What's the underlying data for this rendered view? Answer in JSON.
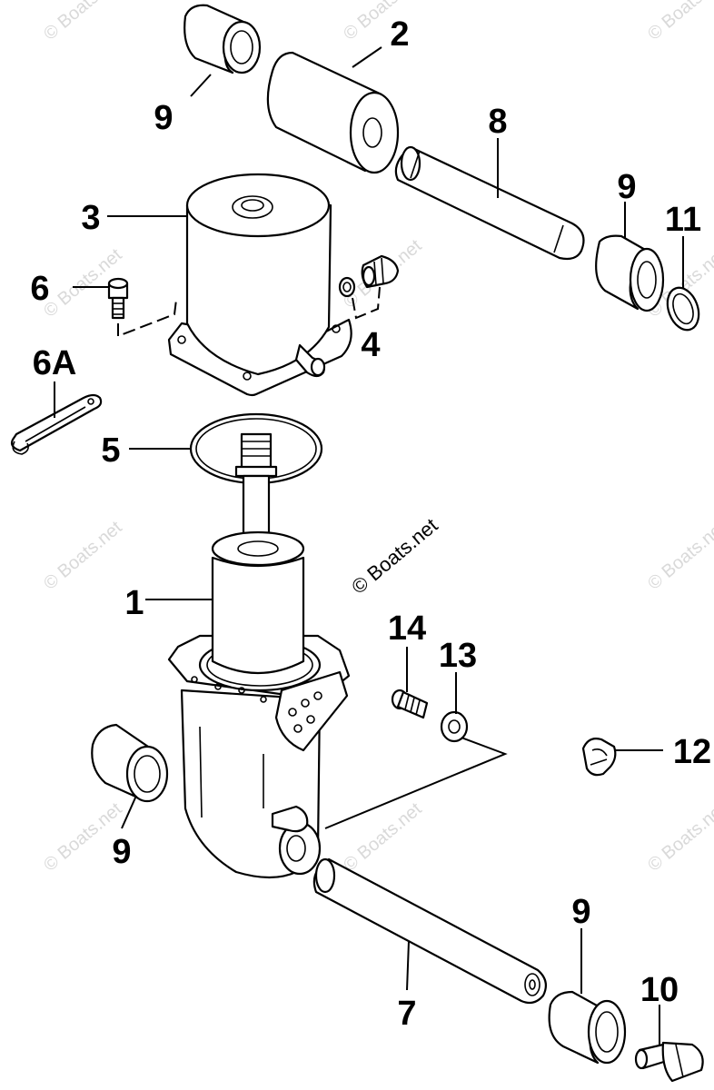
{
  "watermark": "© Boats.net",
  "callouts": [
    {
      "id": "c1",
      "text": "1"
    },
    {
      "id": "c2",
      "text": "2"
    },
    {
      "id": "c3",
      "text": "3"
    },
    {
      "id": "c4",
      "text": "4"
    },
    {
      "id": "c5",
      "text": "5"
    },
    {
      "id": "c6",
      "text": "6"
    },
    {
      "id": "c6a",
      "text": "6A"
    },
    {
      "id": "c7",
      "text": "7"
    },
    {
      "id": "c8",
      "text": "8"
    },
    {
      "id": "c9a",
      "text": "9"
    },
    {
      "id": "c9b",
      "text": "9"
    },
    {
      "id": "c9c",
      "text": "9"
    },
    {
      "id": "c9d",
      "text": "9"
    },
    {
      "id": "c10",
      "text": "10"
    },
    {
      "id": "c11",
      "text": "11"
    },
    {
      "id": "c12",
      "text": "12"
    },
    {
      "id": "c13",
      "text": "13"
    },
    {
      "id": "c14",
      "text": "14"
    }
  ]
}
